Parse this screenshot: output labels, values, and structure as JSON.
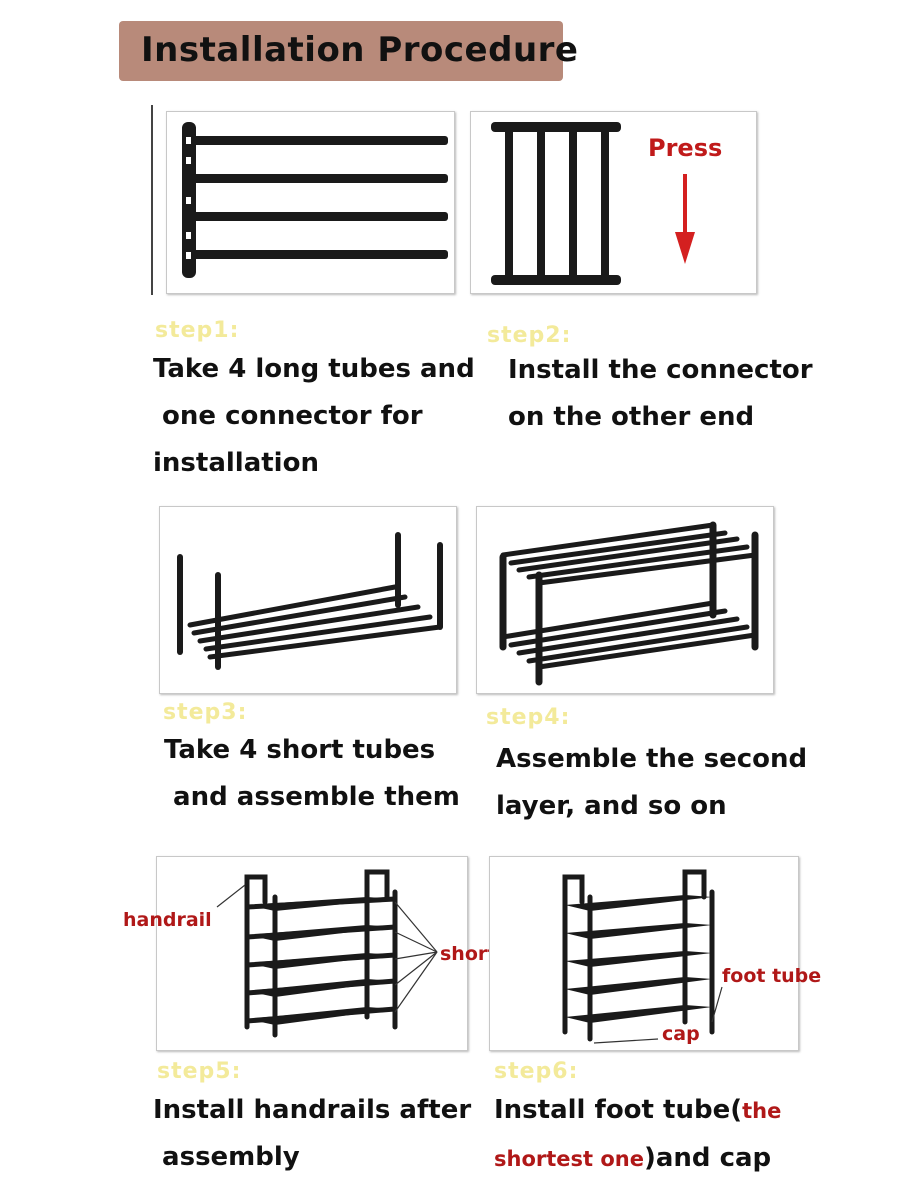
{
  "title": "Installation Procedure",
  "steps": [
    {
      "label": "step1:",
      "lines": [
        "Take 4 long tubes and",
        " one connector for",
        "installation"
      ]
    },
    {
      "label": "step2:",
      "lines": [
        "Install the connector",
        "on the other end"
      ]
    },
    {
      "label": "step3:",
      "lines": [
        "Take 4 short tubes",
        " and assemble them"
      ]
    },
    {
      "label": "step4:",
      "lines": [
        "Assemble the second",
        "layer, and so on"
      ]
    },
    {
      "label": "step5:",
      "lines": [
        "Install handrails after",
        " assembly"
      ]
    },
    {
      "label": "step6:",
      "line1_a": "Install foot tube(",
      "line1_b": "the",
      "line2_a": "shortest one",
      "line2_b": ")and cap"
    }
  ],
  "annotations": {
    "press": "Press",
    "handrail": "handrail",
    "short_tube": "short tube",
    "foot_tube": "foot tube",
    "cap": "cap"
  },
  "colors": {
    "title_bg": "#b88a7a",
    "step_label": "#f3ea9a",
    "annotation": "#b01818",
    "arrow": "#d42020"
  }
}
